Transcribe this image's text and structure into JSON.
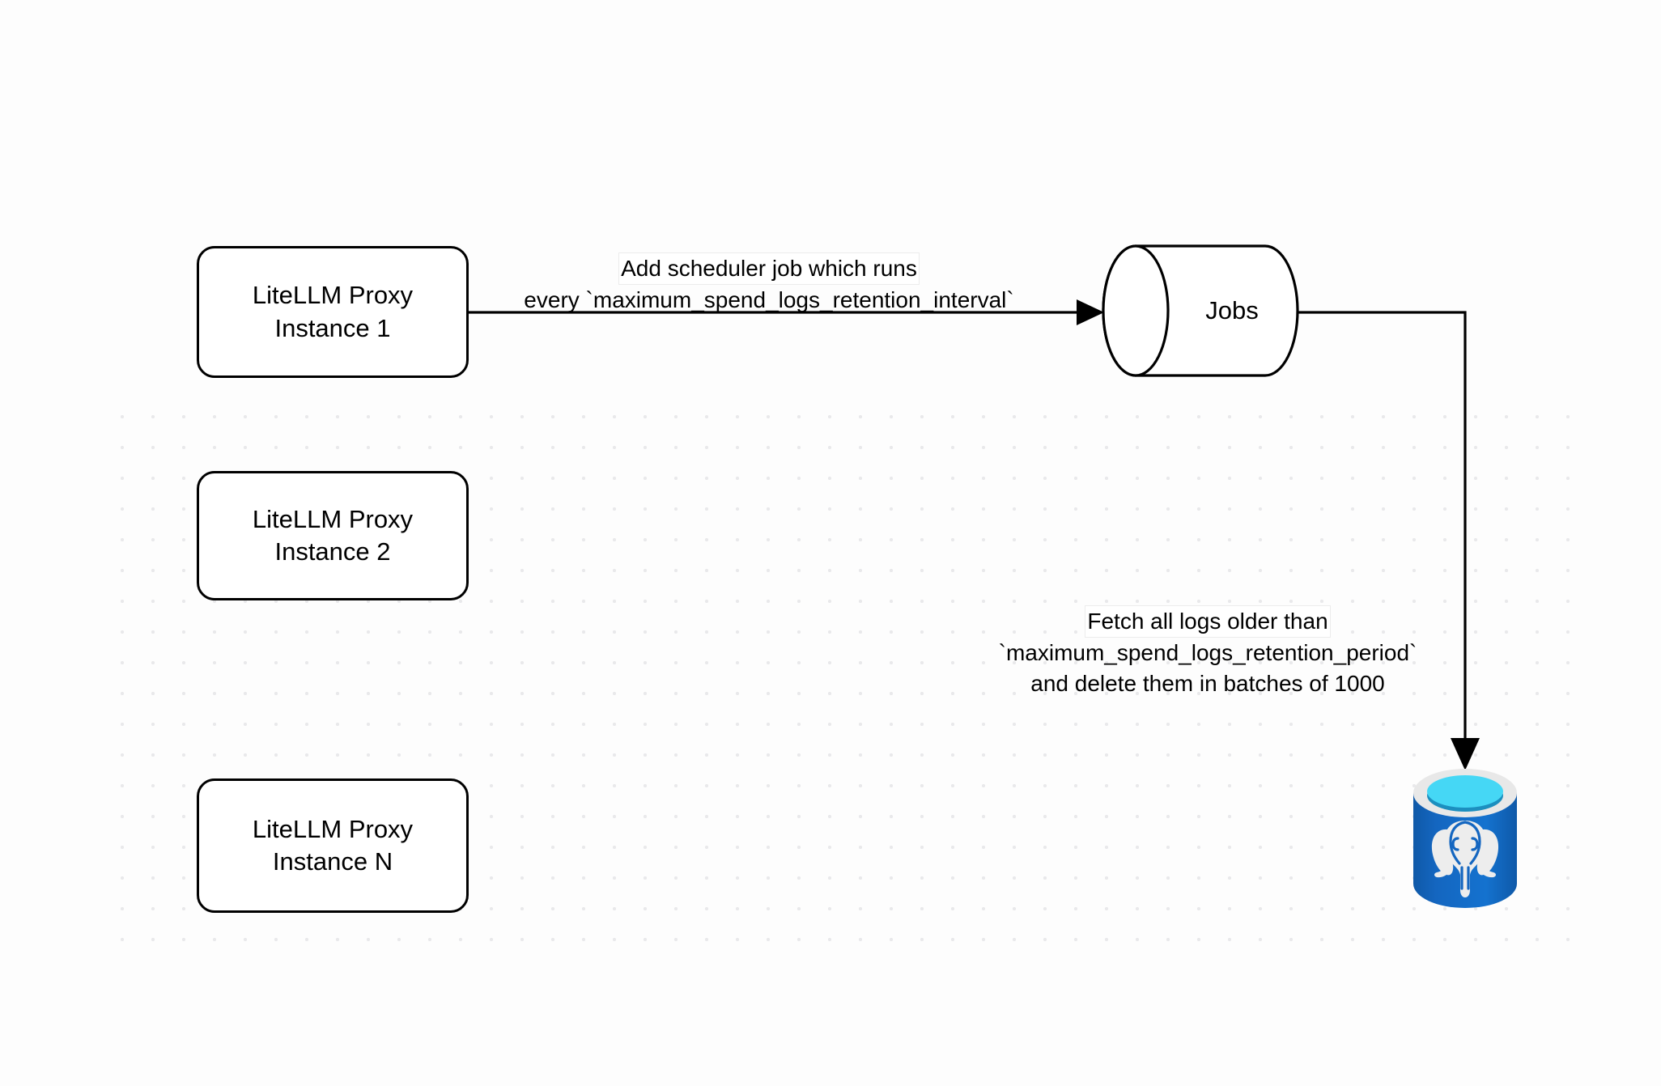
{
  "diagram": {
    "title": "LiteLLM spend logs retention scheduler flow",
    "background_color": "#fdfdfd",
    "grid_dot_color": "#e9e9eb",
    "stroke_color": "#000000"
  },
  "nodes": {
    "proxy_instances": [
      {
        "id": "proxy-1",
        "line1": "LiteLLM Proxy",
        "line2": "Instance 1"
      },
      {
        "id": "proxy-2",
        "line1": "LiteLLM Proxy",
        "line2": "Instance 2"
      },
      {
        "id": "proxy-n",
        "line1": "LiteLLM Proxy",
        "line2": "Instance N"
      }
    ],
    "jobs": {
      "label": "Jobs",
      "shape": "cylinder"
    },
    "database": {
      "icon": "postgresql-database-icon",
      "shape": "cylinder",
      "colors": {
        "body": "#1466c0",
        "body_dark": "#0f59a8",
        "rim": "#e8e8e8",
        "top_fill": "#45d7f5",
        "top_shadow": "#1c8fbf",
        "elephant": "#ededed"
      }
    }
  },
  "edges": [
    {
      "id": "proxy1-to-jobs",
      "from": "proxy-1",
      "to": "jobs",
      "arrowhead": true,
      "label": {
        "line1": "Add scheduler job which runs",
        "line2": "every `maximum_spend_logs_retention_interval`"
      }
    },
    {
      "id": "jobs-to-database",
      "from": "jobs",
      "to": "database",
      "arrowhead": true,
      "label": {
        "line1": "Fetch all logs older than",
        "line2": "`maximum_spend_logs_retention_period`",
        "line3": "and delete them in batches of 1000"
      }
    }
  ]
}
